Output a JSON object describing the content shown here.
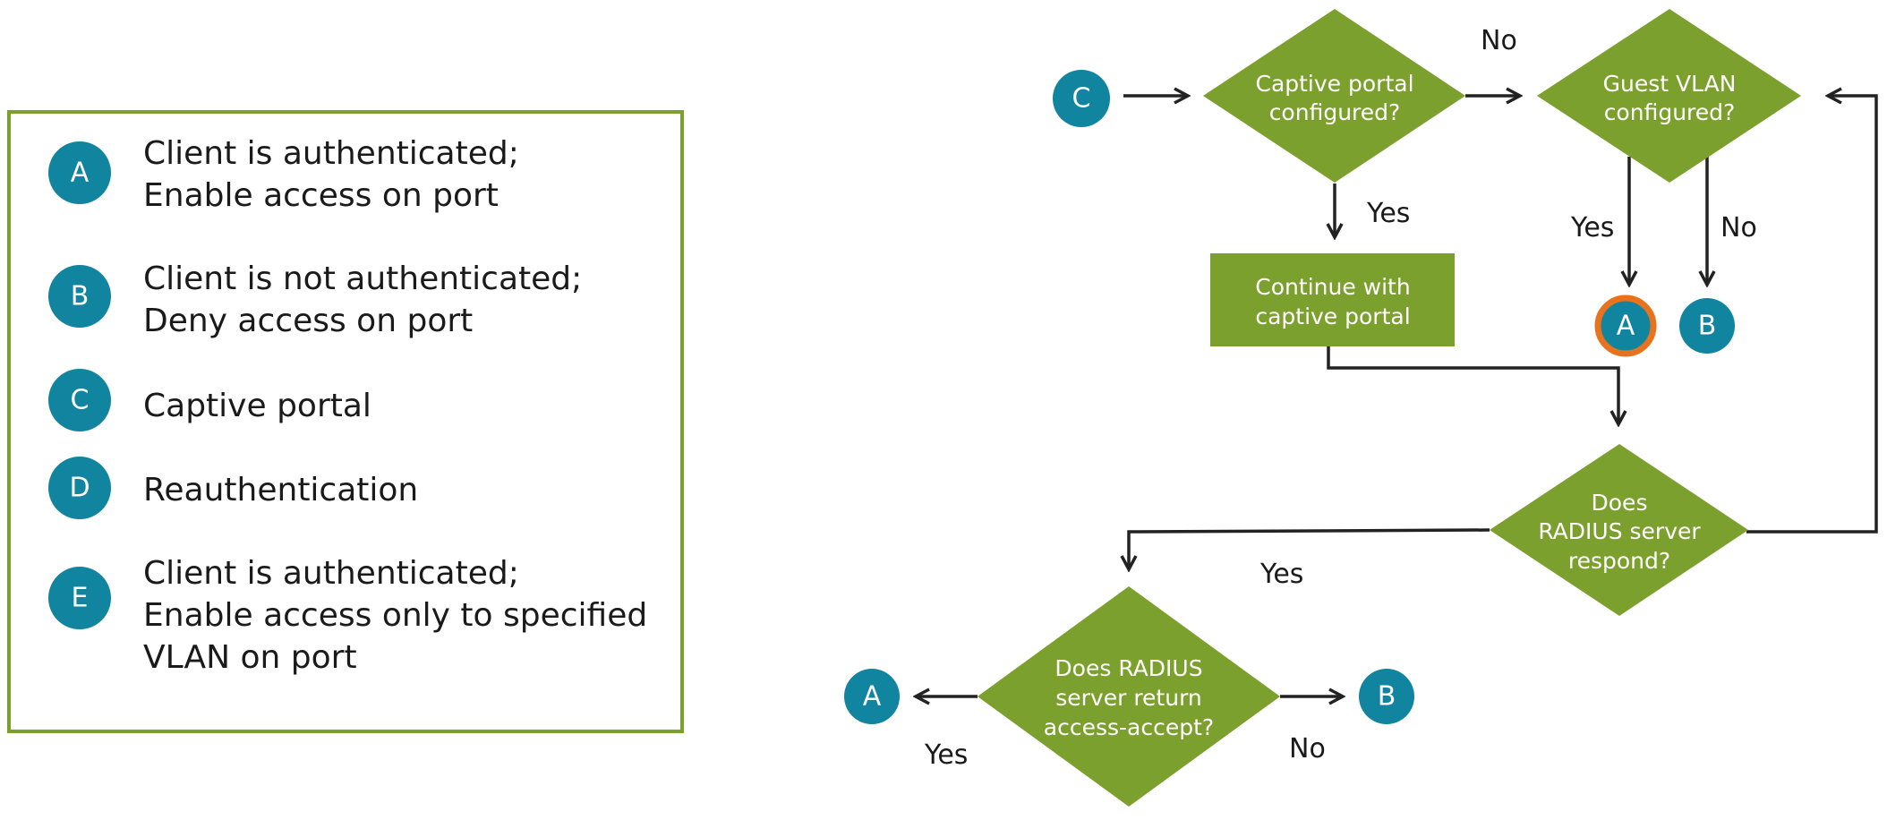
{
  "colors": {
    "node_green": "#7ca02e",
    "badge_teal": "#11849f",
    "highlight_orange": "#e8731e",
    "line": "#222222",
    "text": "#1a1a1a"
  },
  "legend": {
    "items": [
      {
        "letter": "A",
        "lines": [
          "Client is authenticated;",
          "Enable access on port"
        ]
      },
      {
        "letter": "B",
        "lines": [
          "Client is not authenticated;",
          "Deny access on port"
        ]
      },
      {
        "letter": "C",
        "lines": [
          "Captive portal"
        ]
      },
      {
        "letter": "D",
        "lines": [
          "Reauthentication"
        ]
      },
      {
        "letter": "E",
        "lines": [
          "Client is authenticated;",
          "Enable access only to specified",
          "VLAN on port"
        ]
      }
    ]
  },
  "flow": {
    "start_badge": "C",
    "captive_portal_decision": [
      "Captive portal",
      "configured?"
    ],
    "guest_vlan_decision": [
      "Guest VLAN",
      "configured?"
    ],
    "continue_captive_portal": [
      "Continue with",
      "captive portal"
    ],
    "radius_respond_decision": [
      "Does",
      "RADIUS server",
      "respond?"
    ],
    "radius_accept_decision": [
      "Does RADIUS",
      "server return",
      "access-accept?"
    ],
    "guest_vlan_yes_badge": "A",
    "guest_vlan_no_badge": "B",
    "accept_yes_badge": "A",
    "accept_no_badge": "B",
    "labels": {
      "captive_no": "No",
      "captive_yes": "Yes",
      "guest_yes": "Yes",
      "guest_no": "No",
      "radius_yes": "Yes",
      "accept_yes": "Yes",
      "accept_no": "No"
    }
  }
}
